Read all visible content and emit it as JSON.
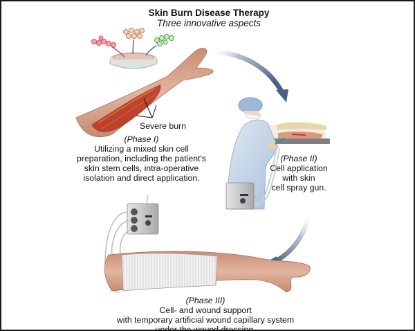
{
  "header": {
    "title": "Skin Burn Disease Therapy",
    "subtitle": "Three innovative aspects"
  },
  "labels": {
    "severe_burn": "Severe burn"
  },
  "phases": [
    {
      "name": "(Phase I)",
      "lines": [
        "Utilizing a mixed skin cell",
        "preparation, including the patient's",
        "skin stem cells, intra-operative",
        "isolation and direct application."
      ]
    },
    {
      "name": "(Phase II)",
      "lines": [
        "Cell application",
        "with skin",
        "cell spray gun."
      ]
    },
    {
      "name": "(Phase III)",
      "lines": [
        "Cell- and wound support",
        "with temporary artificial wound capillary system",
        "under the wound dressing."
      ]
    }
  ],
  "colors": {
    "arrow": "#4a5f86",
    "skin": "#d9a48a",
    "burn": "#b8321f",
    "gown": "#bcd0e6",
    "cap": "#9fb8d6",
    "device": "#c9c9c9",
    "dressing": "#eeeeee",
    "cells_red": "#e05a6a",
    "cells_tan": "#d8a07a",
    "cells_green": "#6cbf5e"
  }
}
